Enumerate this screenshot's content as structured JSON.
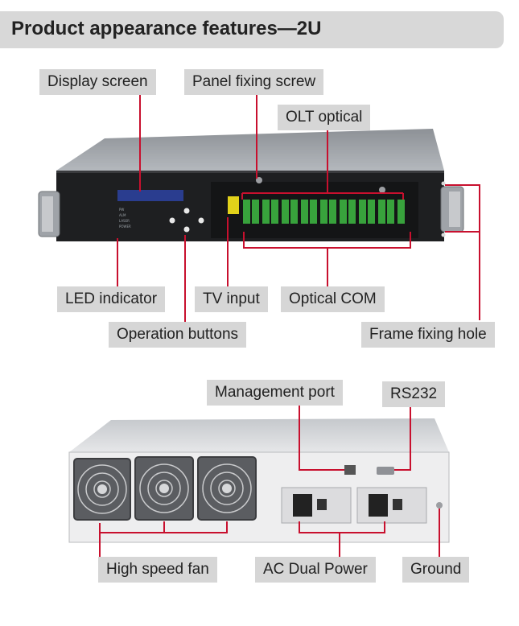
{
  "header": {
    "title": "Product appearance features—2U"
  },
  "labels": {
    "display_screen": "Display screen",
    "panel_fixing_screw": "Panel fixing screw",
    "olt_optical": "OLT optical",
    "led_indicator": "LED indicator",
    "tv_input": "TV input",
    "optical_com": "Optical COM",
    "operation_buttons": "Operation buttons",
    "frame_fixing_hole": "Frame fixing hole",
    "management_port": "Management port",
    "rs232": "RS232",
    "high_speed_fan": "High speed fan",
    "ac_dual_power": "AC Dual Power",
    "ground": "Ground"
  },
  "colors": {
    "callout_line": "#c8102e",
    "label_bg": "#d6d6d6",
    "header_bg": "#d8d8d8"
  }
}
